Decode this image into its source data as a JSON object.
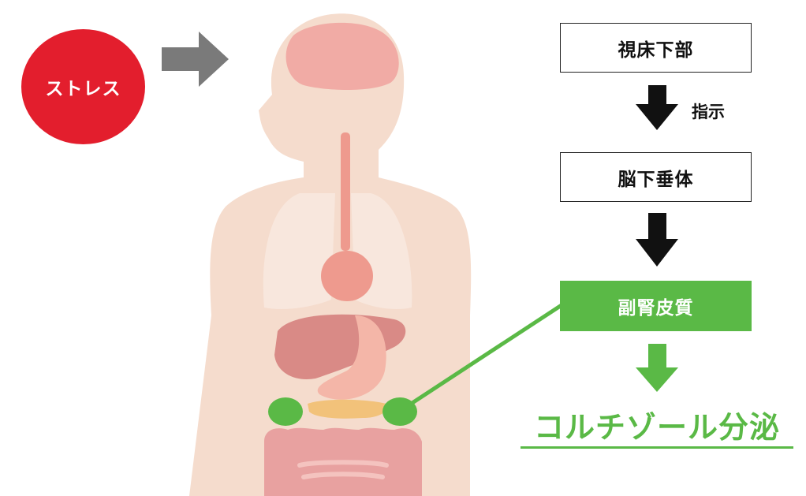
{
  "stress_label": "ストレス",
  "flow": {
    "hypothalamus": "視床下部",
    "instruction": "指示",
    "pituitary": "脳下垂体",
    "adrenal_cortex": "副腎皮質",
    "result": "コルチゾール分泌"
  },
  "colors": {
    "stress_red": "#e31e2d",
    "arrow_gray": "#7a7a7a",
    "flow_arrow": "#111111",
    "accent_green": "#5ab946",
    "skin": "#f5dccd",
    "brain": "#f1aba5",
    "organ_pink": "#ee9a8e",
    "liver": "#d98a86",
    "pancreas": "#f2c27a",
    "adrenal": "#5ab946"
  },
  "icons": {
    "input_arrow": "right-arrow-icon",
    "flow_arrows": "down-arrow-icon"
  }
}
